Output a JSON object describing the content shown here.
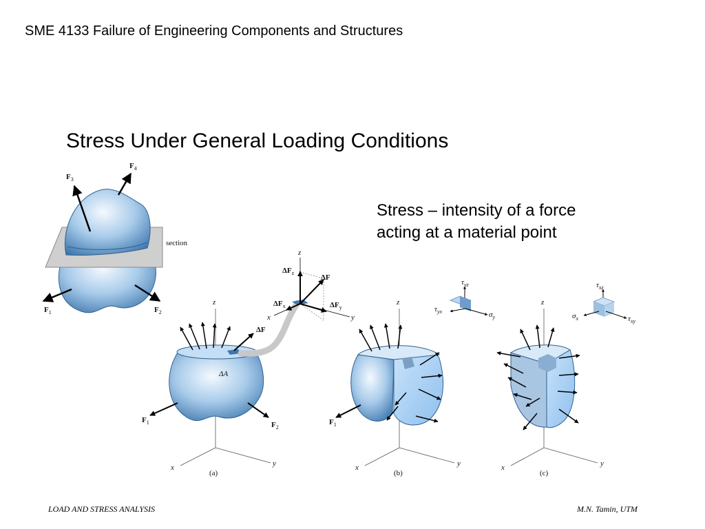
{
  "header": {
    "course_title": "SME 4133 Failure of Engineering Components and Structures"
  },
  "slide": {
    "title": "Stress Under General Loading Conditions",
    "definition_lines": [
      "Stress – intensity of a force",
      "acting at a material point"
    ]
  },
  "figure": {
    "section_label": "section",
    "delta_a_label": "ΔA",
    "panel_labels": [
      "(a)",
      "(b)",
      "(c)"
    ],
    "axis_labels": {
      "x": "x",
      "y": "y",
      "z": "z"
    },
    "force_labels": {
      "f1": "F",
      "f1_sub": "1",
      "f2": "F",
      "f2_sub": "2",
      "f3": "F",
      "f3_sub": "3",
      "f4": "F",
      "f4_sub": "4",
      "delta_f": "ΔF"
    },
    "force_component_labels": {
      "dfz": "ΔF",
      "dfz_sub": "z",
      "dfx": "ΔF",
      "dfx_sub": "x",
      "dfy": "ΔF",
      "dfy_sub": "y"
    },
    "stress_labels_b": {
      "tau_yz": "τ",
      "tau_yz_sub": "yz",
      "tau_yx": "τ",
      "tau_yx_sub": "yx",
      "sigma_y": "σ",
      "sigma_y_sub": "y"
    },
    "stress_labels_c": {
      "tau_xz": "τ",
      "tau_xz_sub": "xz",
      "sigma_x": "σ",
      "sigma_x_sub": "x",
      "tau_xy": "τ",
      "tau_xy_sub": "xy"
    },
    "colors": {
      "body_light": "#e8f2fb",
      "body_dark": "#3d76ad",
      "section_plane": "#c8c8c8",
      "cut_face": "#a9d0f5"
    }
  },
  "footer": {
    "left": "LOAD AND STRESS ANALYSIS",
    "right": "M.N. Tamin, UTM"
  }
}
